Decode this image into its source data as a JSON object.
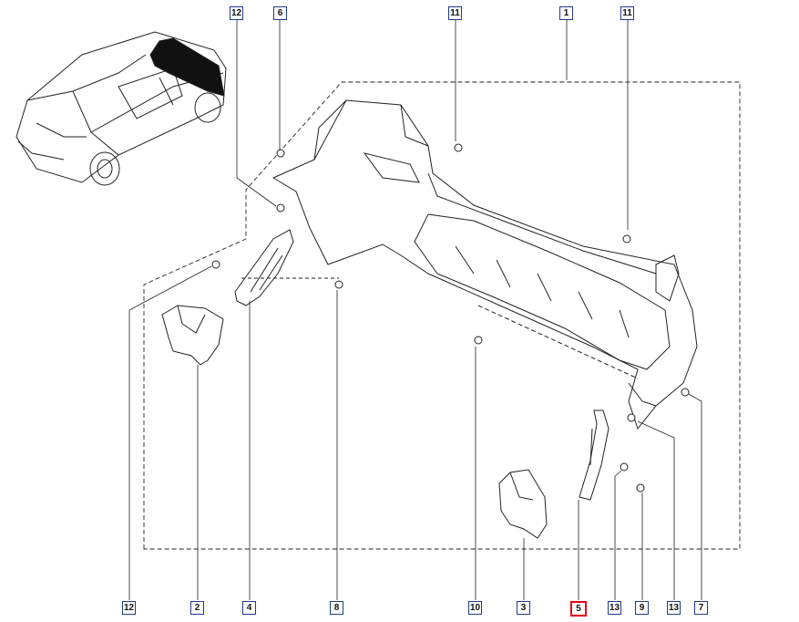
{
  "diagram": {
    "title": "",
    "highlight_color": "#e60012",
    "box_color": "#1f3b8a",
    "callouts": {
      "c12_top": "12",
      "c6": "6",
      "c11_top": "11",
      "c1": "1",
      "c11_right": "11",
      "c12_bottom": "12",
      "c2": "2",
      "c4": "4",
      "c8": "8",
      "c10": "10",
      "c3": "3",
      "c5": "5",
      "c13_a": "13",
      "c9": "9",
      "c13_b": "13",
      "c7": "7"
    },
    "highlighted_part": "5"
  }
}
